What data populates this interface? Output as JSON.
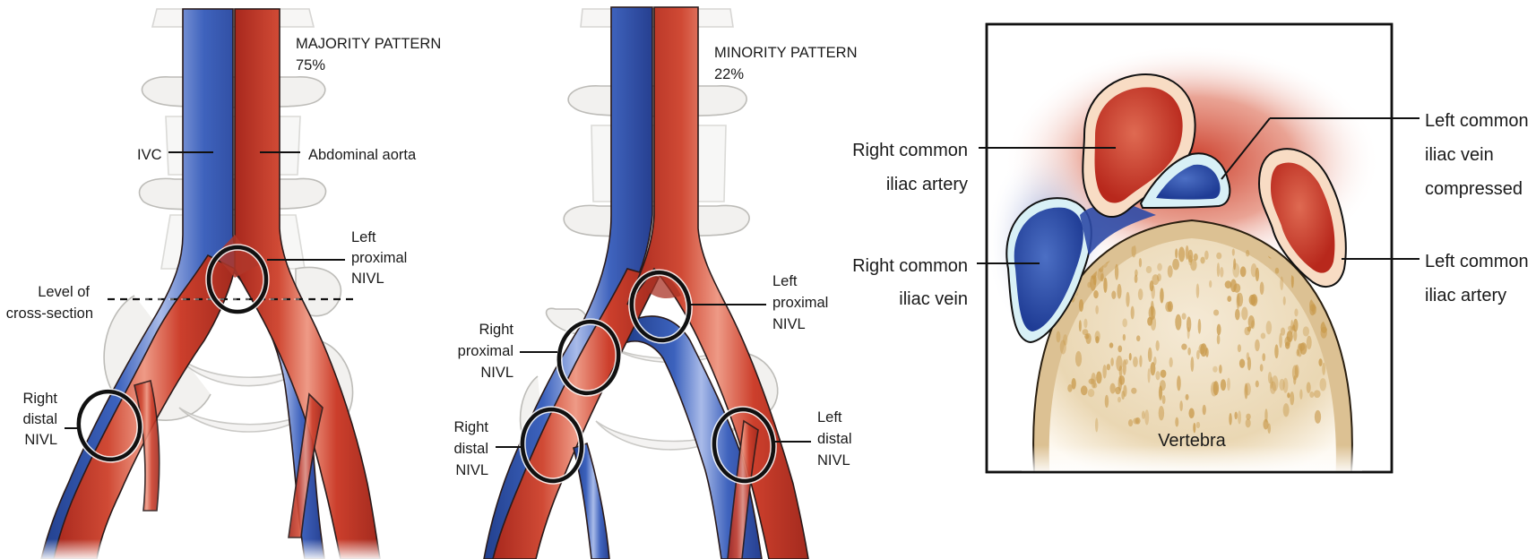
{
  "figure": {
    "colors": {
      "vein": "#2f52a8",
      "vein_light": "#9fb3e6",
      "artery": "#c0392b",
      "artery_light": "#e8806c",
      "artery_wall": "#f8dcc4",
      "vein_wall": "#d7f1f6",
      "bone": "#f2f1ef",
      "vertebra": "#e3cfa6",
      "vertebra_spot": "#c99a4c"
    },
    "panels": [
      {
        "id": "majority",
        "title": "MAJORITY PATTERN",
        "percent": "75%",
        "labels": {
          "ivc": "IVC",
          "aorta": "Abdominal aorta",
          "left_proximal": [
            "Left",
            "proximal",
            "NIVL"
          ],
          "level_cross_section": [
            "Level of",
            "cross-section"
          ],
          "right_distal": [
            "Right",
            "distal",
            "NIVL"
          ]
        }
      },
      {
        "id": "minority",
        "title": "MINORITY PATTERN",
        "percent": "22%",
        "labels": {
          "left_proximal": [
            "Left",
            "proximal",
            "NIVL"
          ],
          "right_proximal": [
            "Right",
            "proximal",
            "NIVL"
          ],
          "right_distal": [
            "Right",
            "distal",
            "NIVL"
          ],
          "left_distal": [
            "Left",
            "distal",
            "NIVL"
          ]
        }
      },
      {
        "id": "cross-section",
        "labels": {
          "right_common_iliac_artery": [
            "Right common",
            "iliac artery"
          ],
          "right_common_iliac_vein": [
            "Right common",
            "iliac vein"
          ],
          "left_common_iliac_vein": [
            "Left common",
            "iliac vein",
            "compressed"
          ],
          "left_common_iliac_artery": [
            "Left common",
            "iliac artery"
          ],
          "vertebra": "Vertebra"
        }
      }
    ]
  }
}
